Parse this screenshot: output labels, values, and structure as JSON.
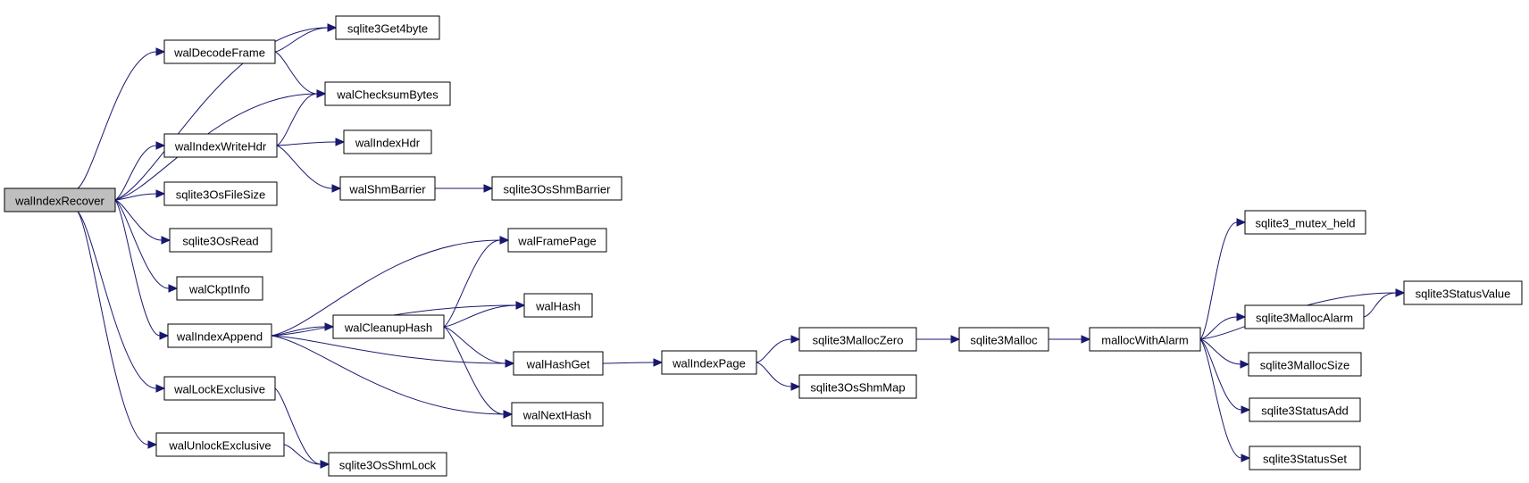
{
  "colors": {
    "edge": "#191970",
    "root_fill": "#bfbfbf",
    "node_fill": "#ffffff",
    "node_border": "#000000"
  },
  "nodes": [
    {
      "id": "walIndexRecover",
      "label": "walIndexRecover"
    },
    {
      "id": "sqlite3Get4byte",
      "label": "sqlite3Get4byte"
    },
    {
      "id": "walDecodeFrame",
      "label": "walDecodeFrame"
    },
    {
      "id": "walChecksumBytes",
      "label": "walChecksumBytes"
    },
    {
      "id": "walIndexWriteHdr",
      "label": "walIndexWriteHdr"
    },
    {
      "id": "walIndexHdr",
      "label": "walIndexHdr"
    },
    {
      "id": "walShmBarrier",
      "label": "walShmBarrier"
    },
    {
      "id": "sqlite3OsShmBarrier",
      "label": "sqlite3OsShmBarrier"
    },
    {
      "id": "sqlite3OsFileSize",
      "label": "sqlite3OsFileSize"
    },
    {
      "id": "sqlite3OsRead",
      "label": "sqlite3OsRead"
    },
    {
      "id": "walCkptInfo",
      "label": "walCkptInfo"
    },
    {
      "id": "walIndexAppend",
      "label": "walIndexAppend"
    },
    {
      "id": "walFramePage",
      "label": "walFramePage"
    },
    {
      "id": "walHash",
      "label": "walHash"
    },
    {
      "id": "walCleanupHash",
      "label": "walCleanupHash"
    },
    {
      "id": "walHashGet",
      "label": "walHashGet"
    },
    {
      "id": "walNextHash",
      "label": "walNextHash"
    },
    {
      "id": "walLockExclusive",
      "label": "walLockExclusive"
    },
    {
      "id": "walUnlockExclusive",
      "label": "walUnlockExclusive"
    },
    {
      "id": "sqlite3OsShmLock",
      "label": "sqlite3OsShmLock"
    },
    {
      "id": "walIndexPage",
      "label": "walIndexPage"
    },
    {
      "id": "sqlite3MallocZero",
      "label": "sqlite3MallocZero"
    },
    {
      "id": "sqlite3OsShmMap",
      "label": "sqlite3OsShmMap"
    },
    {
      "id": "sqlite3Malloc",
      "label": "sqlite3Malloc"
    },
    {
      "id": "mallocWithAlarm",
      "label": "mallocWithAlarm"
    },
    {
      "id": "sqlite3_mutex_held",
      "label": "sqlite3_mutex_held"
    },
    {
      "id": "sqlite3StatusValue",
      "label": "sqlite3StatusValue"
    },
    {
      "id": "sqlite3MallocAlarm",
      "label": "sqlite3MallocAlarm"
    },
    {
      "id": "sqlite3MallocSize",
      "label": "sqlite3MallocSize"
    },
    {
      "id": "sqlite3StatusAdd",
      "label": "sqlite3StatusAdd"
    },
    {
      "id": "sqlite3StatusSet",
      "label": "sqlite3StatusSet"
    }
  ],
  "edges": [
    {
      "from": "walIndexRecover",
      "to": "sqlite3Get4byte"
    },
    {
      "from": "walIndexRecover",
      "to": "walDecodeFrame"
    },
    {
      "from": "walIndexRecover",
      "to": "walChecksumBytes"
    },
    {
      "from": "walIndexRecover",
      "to": "walIndexWriteHdr"
    },
    {
      "from": "walIndexRecover",
      "to": "sqlite3OsFileSize"
    },
    {
      "from": "walIndexRecover",
      "to": "sqlite3OsRead"
    },
    {
      "from": "walIndexRecover",
      "to": "walCkptInfo"
    },
    {
      "from": "walIndexRecover",
      "to": "walIndexAppend"
    },
    {
      "from": "walIndexRecover",
      "to": "walLockExclusive"
    },
    {
      "from": "walIndexRecover",
      "to": "walUnlockExclusive"
    },
    {
      "from": "walDecodeFrame",
      "to": "sqlite3Get4byte"
    },
    {
      "from": "walDecodeFrame",
      "to": "walChecksumBytes"
    },
    {
      "from": "walIndexWriteHdr",
      "to": "walChecksumBytes"
    },
    {
      "from": "walIndexWriteHdr",
      "to": "walIndexHdr"
    },
    {
      "from": "walIndexWriteHdr",
      "to": "walShmBarrier"
    },
    {
      "from": "walShmBarrier",
      "to": "sqlite3OsShmBarrier"
    },
    {
      "from": "walIndexAppend",
      "to": "walFramePage"
    },
    {
      "from": "walIndexAppend",
      "to": "walHash"
    },
    {
      "from": "walIndexAppend",
      "to": "walCleanupHash"
    },
    {
      "from": "walIndexAppend",
      "to": "walHashGet"
    },
    {
      "from": "walIndexAppend",
      "to": "walNextHash"
    },
    {
      "from": "walCleanupHash",
      "to": "walFramePage"
    },
    {
      "from": "walCleanupHash",
      "to": "walHash"
    },
    {
      "from": "walCleanupHash",
      "to": "walHashGet"
    },
    {
      "from": "walCleanupHash",
      "to": "walNextHash"
    },
    {
      "from": "walLockExclusive",
      "to": "sqlite3OsShmLock"
    },
    {
      "from": "walUnlockExclusive",
      "to": "sqlite3OsShmLock"
    },
    {
      "from": "walHashGet",
      "to": "walIndexPage"
    },
    {
      "from": "walIndexPage",
      "to": "sqlite3MallocZero"
    },
    {
      "from": "walIndexPage",
      "to": "sqlite3OsShmMap"
    },
    {
      "from": "sqlite3MallocZero",
      "to": "sqlite3Malloc"
    },
    {
      "from": "sqlite3Malloc",
      "to": "mallocWithAlarm"
    },
    {
      "from": "mallocWithAlarm",
      "to": "sqlite3_mutex_held"
    },
    {
      "from": "mallocWithAlarm",
      "to": "sqlite3StatusValue"
    },
    {
      "from": "mallocWithAlarm",
      "to": "sqlite3MallocAlarm"
    },
    {
      "from": "mallocWithAlarm",
      "to": "sqlite3MallocSize"
    },
    {
      "from": "mallocWithAlarm",
      "to": "sqlite3StatusAdd"
    },
    {
      "from": "mallocWithAlarm",
      "to": "sqlite3StatusSet"
    },
    {
      "from": "sqlite3MallocAlarm",
      "to": "sqlite3StatusValue"
    }
  ]
}
